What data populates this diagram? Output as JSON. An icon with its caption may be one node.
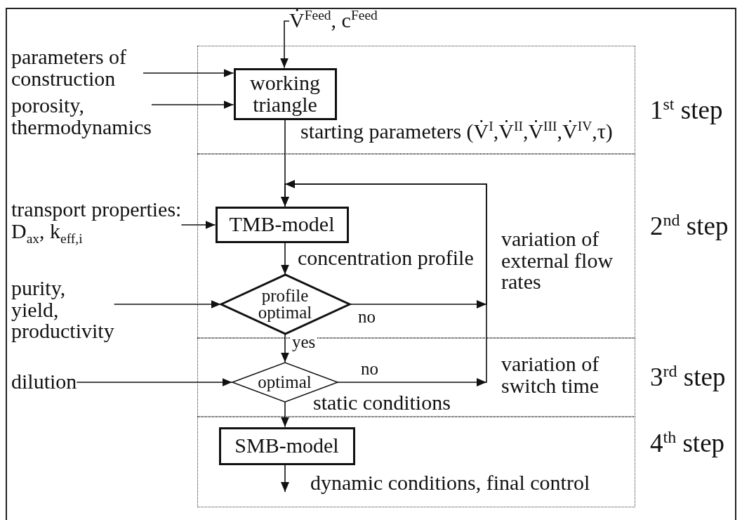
{
  "diagram": {
    "nodes": [
      {
        "text": [],
        "shape": "box",
        "beside": [
          "1$^{st}$ step"
        ]
      },
      {
        "text": [
          "working triangle"
        ],
        "in": 0,
        "beside": [
          "starting parameters (V̇$^{I}$,V̇$^{II}$,V̇$^{III}$,V̇$^{IV}$,τ)"
        ]
      },
      {
        "text": [],
        "shape": "box",
        "beside": [
          "2$^{nd}$ step"
        ]
      },
      {
        "text": [
          "TMB-model"
        ],
        "in": 2,
        "beside": [
          "concentration profile"
        ]
      },
      {
        "text": [
          "profile optimal"
        ],
        "in": 2
      },
      {
        "text": [],
        "shape": "box",
        "beside": [
          "3$^{rd}$ step"
        ]
      },
      {
        "text": [
          "optimal"
        ],
        "in": 5,
        "beside": [
          "static conditions"
        ]
      },
      {
        "text": [],
        "shape": "box",
        "beside": [
          "4$^{th}$ step"
        ]
      },
      {
        "text": [
          "SMB-model"
        ],
        "in": 7,
        "beside": [
          "dynamic conditions, final control"
        ]
      },
      {
        "text": [
          "V̇$^{Feed}$, c$^{Feed}$"
        ]
      },
      {
        "text": [
          "parameters of construction"
        ]
      },
      {
        "text": [
          "porosity, thermodynamics"
        ]
      },
      {
        "text": [
          "transport properties:",
          "D$_{ax}$, k$_{eff,i}$"
        ]
      },
      {
        "text": [
          "purity, yield, productivity"
        ]
      },
      {
        "text": [
          "dilution"
        ]
      }
    ],
    "edges": [
      {
        "from": 9,
        "to": 1,
        "arrow": "to"
      },
      {
        "from": 10,
        "to": 1,
        "arrow": "to"
      },
      {
        "from": 11,
        "to": 1,
        "arrow": "to"
      },
      {
        "from": 1,
        "to": 3,
        "arrow": "to"
      },
      {
        "from": 12,
        "to": 3,
        "arrow": "to"
      },
      {
        "from": 3,
        "to": 4,
        "arrow": "to"
      },
      {
        "from": 13,
        "to": 4,
        "arrow": "to"
      },
      {
        "from": 4,
        "to": 6,
        "arrow": "to",
        "label": "yes"
      },
      {
        "from": 14,
        "to": 6,
        "arrow": "to"
      },
      {
        "from": 6,
        "to": 8,
        "arrow": "to"
      },
      {
        "from": 4,
        "to": 3,
        "arrow": "to",
        "label": "no"
      },
      {
        "from": 6,
        "to": 3,
        "arrow": "to",
        "label": "no"
      },
      {
        "from": 8,
        "to": null,
        "arrow": "to"
      }
    ],
    "labels": [
      "variation of external flow rates",
      "variation of switch time"
    ]
  }
}
